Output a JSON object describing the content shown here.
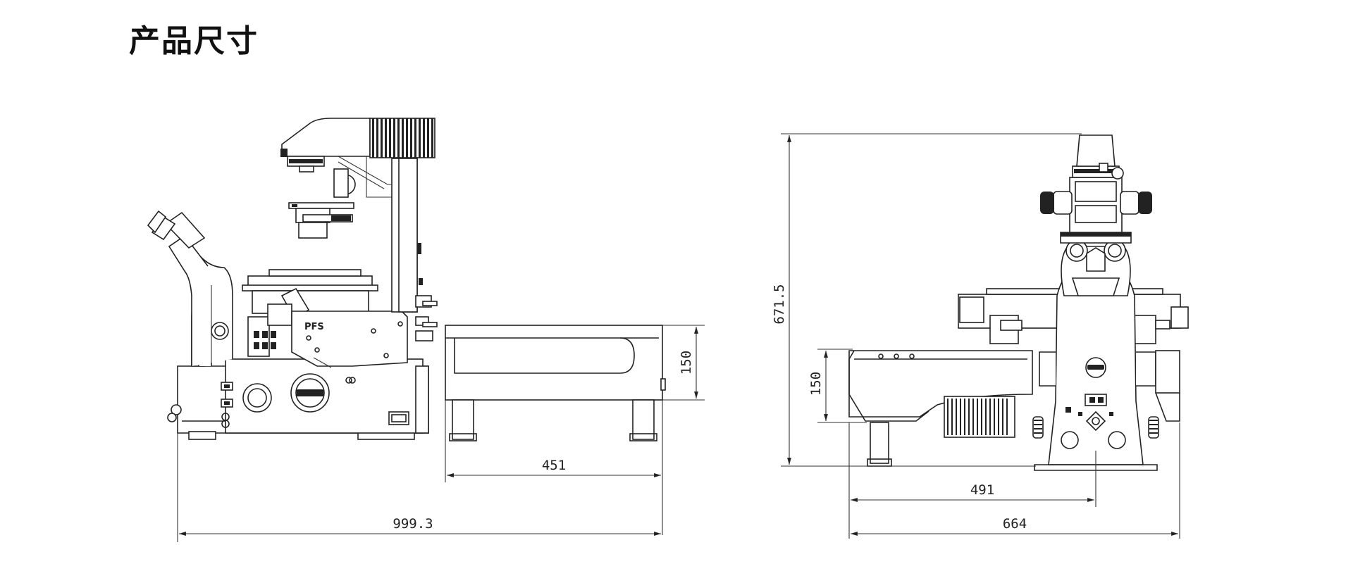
{
  "title": "产品尺寸",
  "side_view": {
    "dimensions": {
      "total_length": "999.3",
      "unit_length": "451",
      "unit_height": "150"
    },
    "logo_text": "PFS"
  },
  "front_view": {
    "dimensions": {
      "total_height": "671.5",
      "side_height": "150",
      "partial_width": "491",
      "total_width": "664"
    }
  },
  "colors": {
    "line": "#222222",
    "background": "#ffffff"
  }
}
